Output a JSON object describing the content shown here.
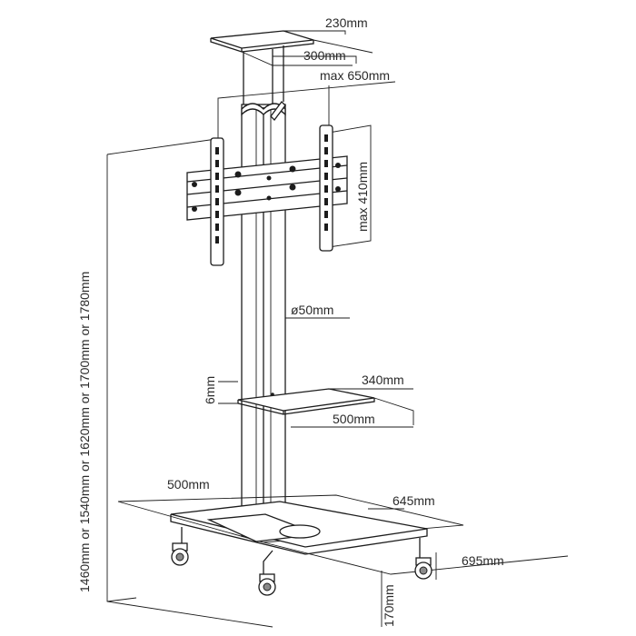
{
  "dimensions": {
    "top_shelf_depth": "230mm",
    "top_shelf_width": "300mm",
    "max_vesa_width": "max 650mm",
    "max_vesa_height": "max 410mm",
    "pole_diameter": "ø50mm",
    "shelf_thickness": "6mm",
    "middle_shelf_depth": "340mm",
    "middle_shelf_width": "500mm",
    "base_width": "500mm",
    "base_depth_front": "645mm",
    "base_depth_side": "695mm",
    "total_height_options": "1460mm or 1540mm or 1620mm or 1700mm or 1780mm",
    "base_height": "170mm"
  },
  "colors": {
    "line": "#1c1c1c",
    "label": "#2a2a2a",
    "background": "#ffffff"
  }
}
